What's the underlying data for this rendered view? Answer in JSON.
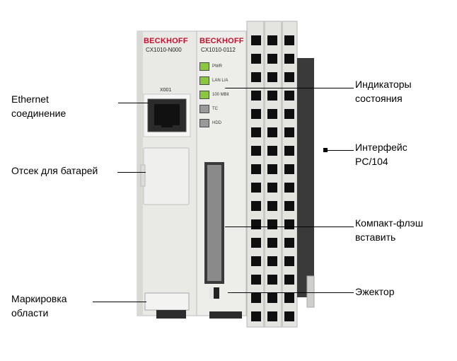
{
  "device": {
    "left_module": {
      "brand": "BECKHOFF",
      "model": "CX1010-N000",
      "port_label": "X001"
    },
    "right_module": {
      "brand": "BECKHOFF",
      "model": "CX1010-0112",
      "leds": [
        {
          "label": "PWR",
          "color": "#8cc63f"
        },
        {
          "label": "LAN L/A",
          "color": "#8cc63f"
        },
        {
          "label": "100 MBit",
          "color": "#8cc63f"
        },
        {
          "label": "TC",
          "color": "#9a9a9a"
        },
        {
          "label": "HDD",
          "color": "#9a9a9a"
        }
      ]
    }
  },
  "callouts_left": [
    {
      "lines": [
        "Ethernet",
        "соединение"
      ]
    },
    {
      "lines": [
        "Отсек для батарей"
      ]
    },
    {
      "lines": [
        "Маркировка",
        "области"
      ]
    }
  ],
  "callouts_right": [
    {
      "lines": [
        "Индикаторы",
        "состояния"
      ]
    },
    {
      "lines": [
        "Интерфейс",
        "PC/104"
      ]
    },
    {
      "lines": [
        "Компакт-флэш",
        "вставить"
      ]
    },
    {
      "lines": [
        "Эжектор"
      ]
    }
  ]
}
